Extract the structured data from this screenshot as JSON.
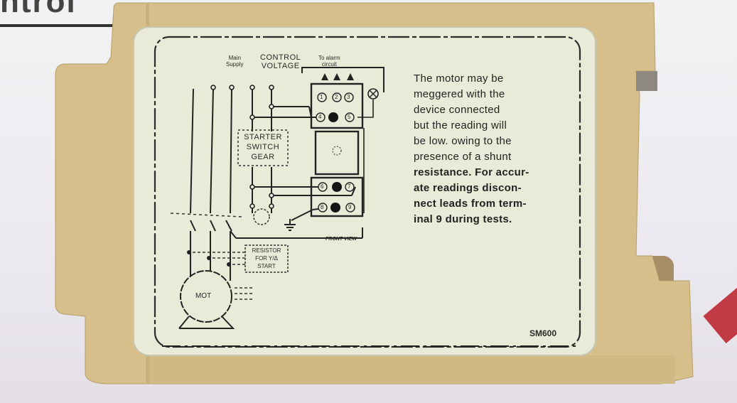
{
  "background": {
    "partial_text": "ntrol",
    "tag_color": "#c13b44",
    "surface_color": "#eceaf0"
  },
  "device": {
    "housing_color": "#d6bf8a",
    "label_color": "#e9ead8",
    "ink_color": "#222222",
    "model_code": "SM600"
  },
  "diagram": {
    "main_supply_label_1": "Main",
    "main_supply_label_2": "Supply",
    "control_voltage_label_1": "CONTROL",
    "control_voltage_label_2": "VOLTAGE",
    "alarm_circuit_label_1": "To alarm",
    "alarm_circuit_label_2": "circuit",
    "starter_box": [
      "STARTER",
      "SWITCH",
      "GEAR"
    ],
    "resistor_box": [
      "RESISTOR",
      "FOR Y/Δ",
      "START"
    ],
    "motor_label": "MOT",
    "front_view_label": "FRONT VIEW",
    "terminals": [
      "1",
      "2",
      "3",
      "4",
      "5",
      "6",
      "7",
      "8",
      "9"
    ]
  },
  "instructions": {
    "lines": [
      "The motor may be",
      "meggered with the",
      "device connected",
      "but the reading will",
      "be low. owing to the",
      "presence of a shunt",
      "resistance. For accur-",
      "ate readings discon-",
      "nect leads from term-",
      "inal 9 during tests."
    ]
  }
}
